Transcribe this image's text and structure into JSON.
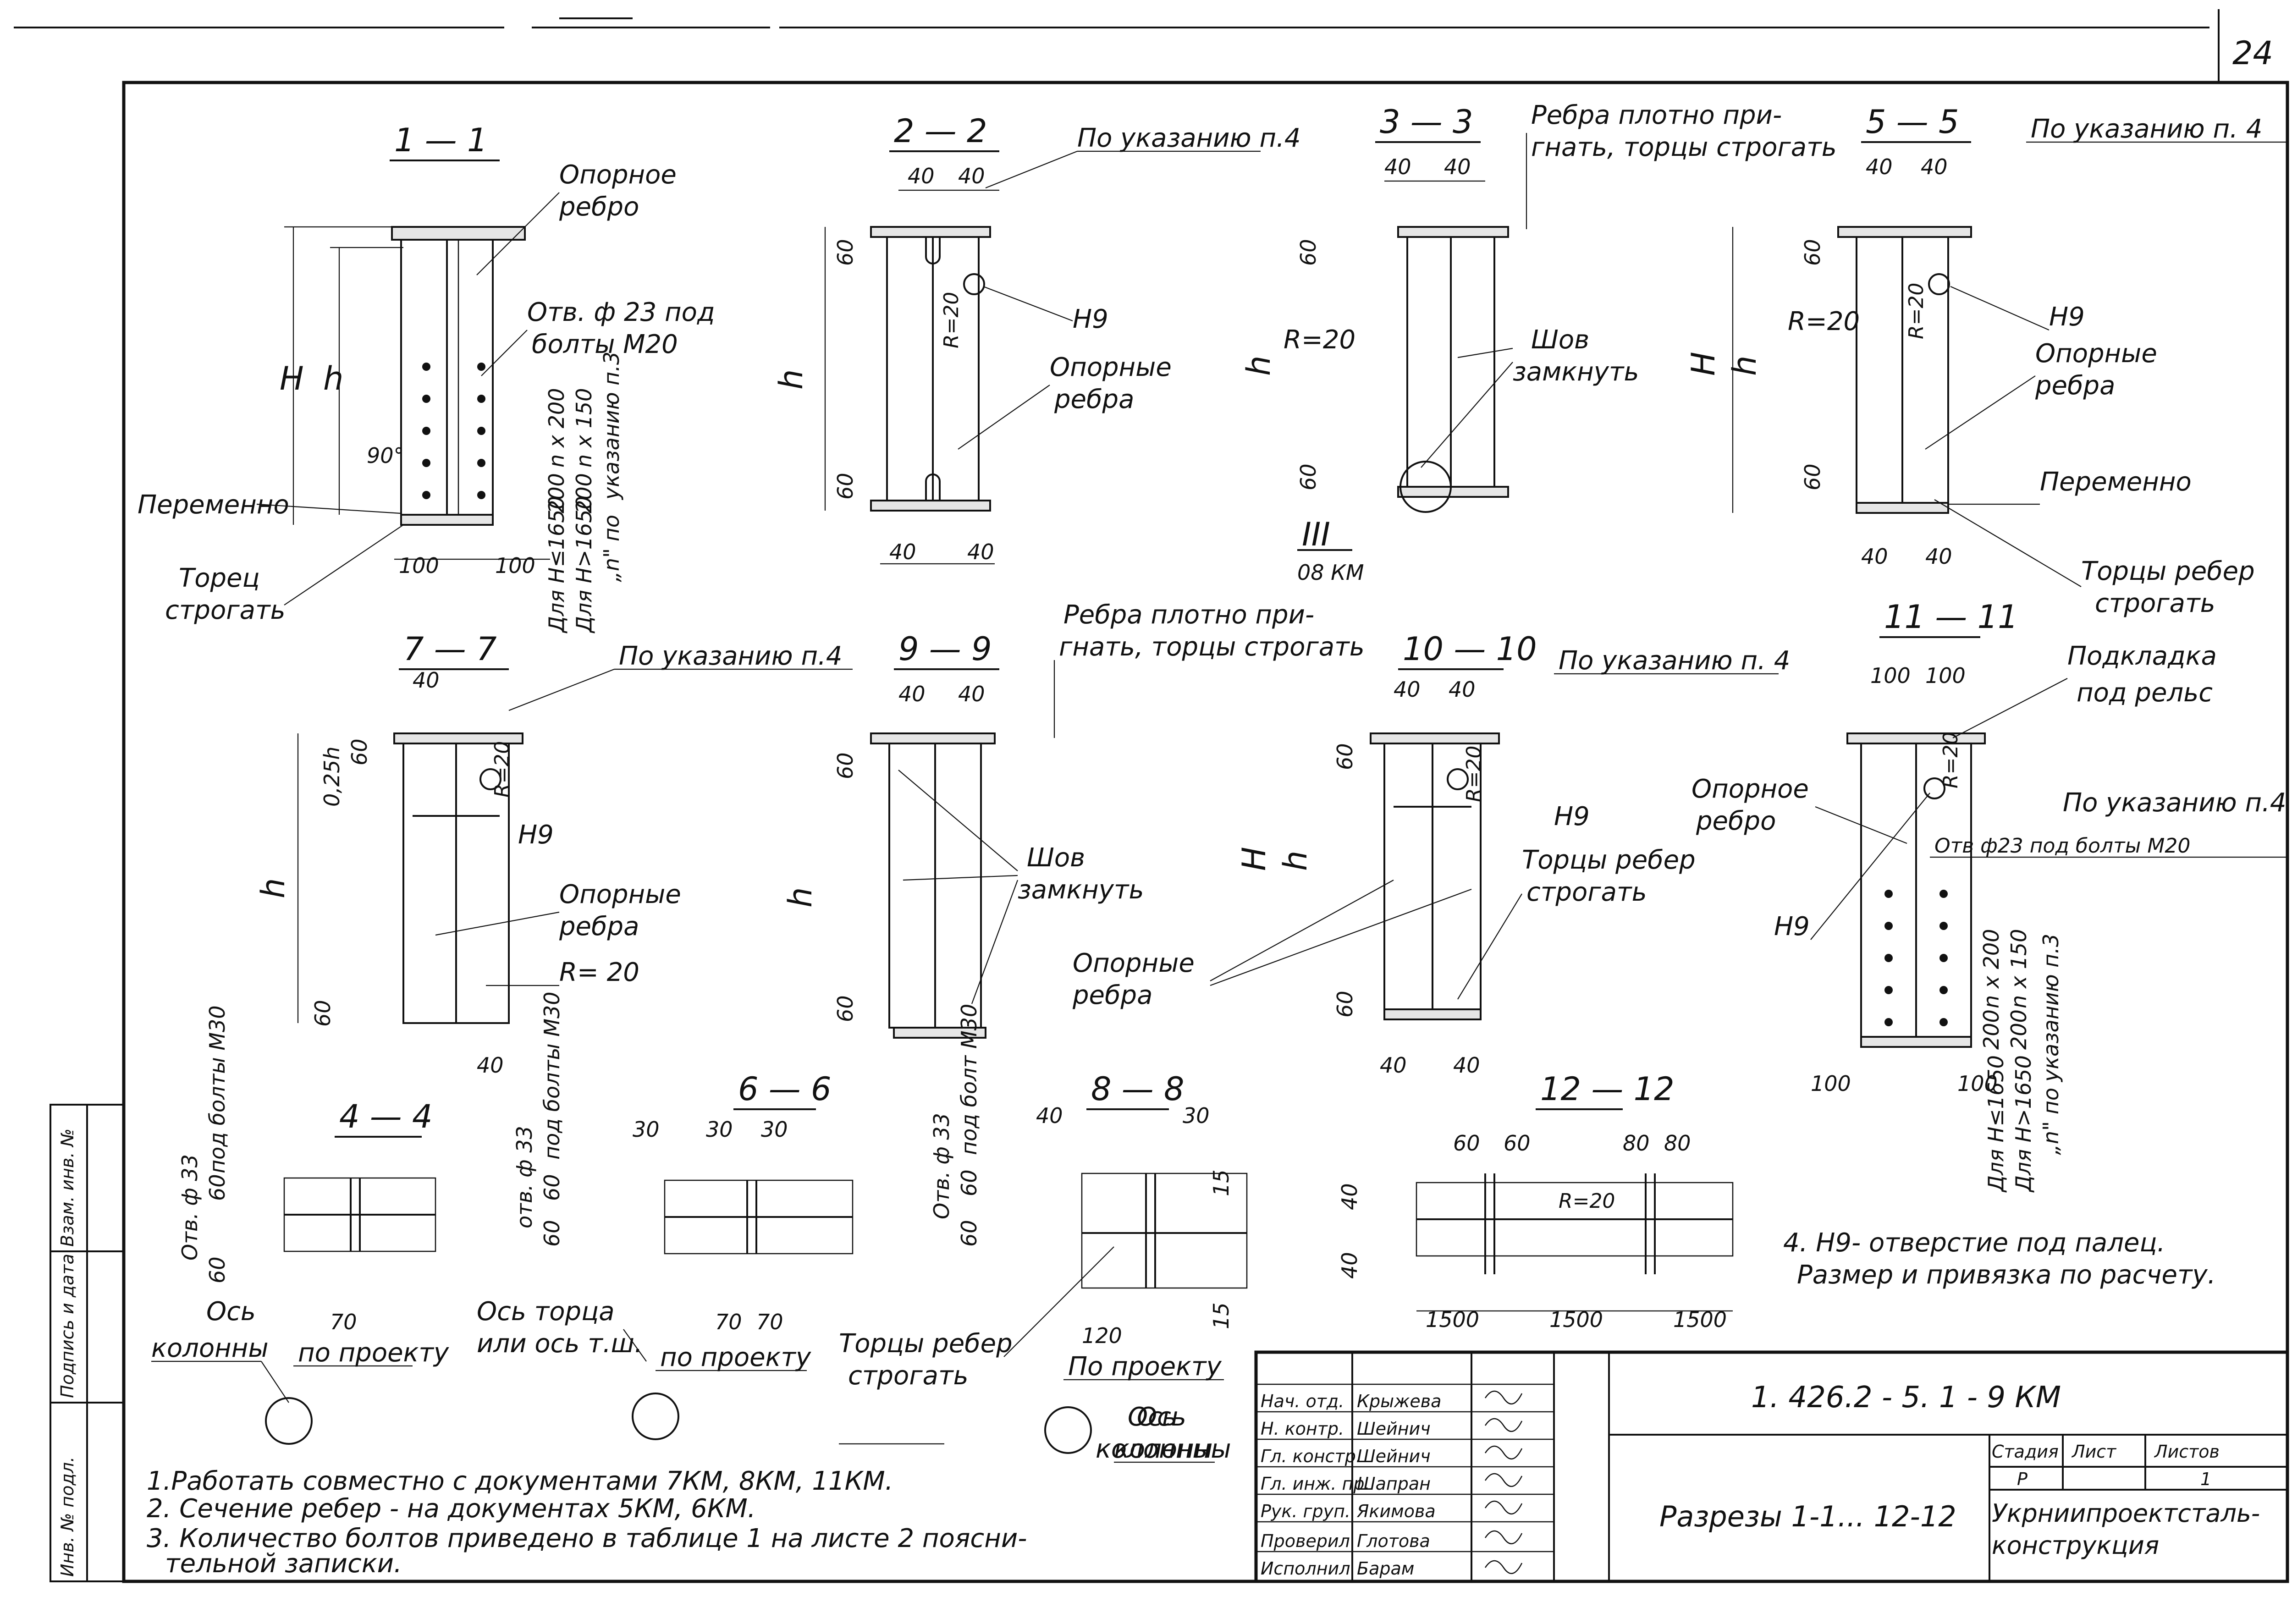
{
  "sheet_number": "24",
  "sections": {
    "s1": {
      "title": "1 — 1",
      "labels": [
        "Опорное",
        "ребро",
        "Отв. ф 23 под",
        "болты М20",
        "Переменно",
        "Торец",
        "строгать",
        "90°",
        "100",
        "100",
        "Н",
        "h",
        "n x 200",
        "n x 150",
        "200",
        "200",
        "Для Н≤1650",
        "Для Н>1650",
        "„n\" по",
        "указанию п.3"
      ]
    },
    "s2": {
      "title": "2 — 2",
      "labels": [
        "По указанию п.4",
        "40",
        "40",
        "60",
        "60",
        "h",
        "Н9",
        "R=20",
        "Опорные",
        "ребра",
        "40",
        "40"
      ]
    },
    "s3": {
      "title": "3 — 3",
      "labels": [
        "Ребра плотно при-",
        "гнать, торцы строгать",
        "40",
        "40",
        "R=20",
        "60",
        "60",
        "h",
        "Шов",
        "замкнуть",
        "III",
        "08 КМ"
      ]
    },
    "s5": {
      "title": "5 — 5",
      "labels": [
        "По указанию п. 4",
        "40",
        "40",
        "R=20",
        "R=20",
        "Н9",
        "Н",
        "h",
        "60",
        "60",
        "Опорные",
        "ребра",
        "Переменно",
        "40",
        "40",
        "Торцы ребер",
        "строгать"
      ]
    },
    "s7": {
      "title": "7 — 7",
      "labels": [
        "По указанию п.4",
        "40",
        "0,25h",
        "60",
        "R=20",
        "Н9",
        "h",
        "Опорные",
        "ребра",
        "R= 20",
        "60",
        "40"
      ]
    },
    "s9": {
      "title": "9 — 9",
      "labels": [
        "Ребра плотно при-",
        "гнать, торцы строгать",
        "40",
        "40",
        "60",
        "60",
        "h",
        "Шов",
        "замкнуть"
      ]
    },
    "s10": {
      "title": "10 — 10",
      "labels": [
        "По указанию п. 4",
        "40",
        "40",
        "60",
        "60",
        "R=20",
        "Н9",
        "Н",
        "h",
        "Торцы ребер",
        "строгать",
        "Опорные",
        "ребра",
        "40",
        "40"
      ]
    },
    "s11": {
      "title": "11 — 11",
      "labels": [
        "100",
        "100",
        "Подкладка",
        "под рельс",
        "Опорное",
        "ребро",
        "По указанию п.4",
        "Отв ф23 под болты М20",
        "Н9",
        "R=20",
        "n x 200",
        "n x 150",
        "200",
        "200",
        "100",
        "100",
        "Для Н≤1650",
        "Для Н>1650",
        "„n\" по",
        "указанию п.3"
      ]
    },
    "s4": {
      "title": "4 — 4",
      "labels": [
        "Отв. ф 33",
        "60",
        "под болты М30",
        "60",
        "Ось",
        "колонны",
        "70",
        "по проекту"
      ]
    },
    "s6": {
      "title": "6 — 6",
      "labels": [
        "30",
        "30",
        "30",
        "отв. ф 33",
        "под болты М30",
        "60",
        "60",
        "Ось торца",
        "или ось т.ш.",
        "70",
        "70",
        "по проекту"
      ]
    },
    "s8": {
      "title": "8 — 8",
      "labels": [
        "40",
        "30",
        "15",
        "15",
        "Отв. ф 33",
        "под болт М30",
        "60",
        "60",
        "Торцы ребер",
        "строгать",
        "120",
        "По проекту",
        "Ось",
        "колонны",
        "Ось",
        "колонны"
      ]
    },
    "s12": {
      "title": "12 — 12",
      "labels": [
        "60",
        "60",
        "80",
        "80",
        "40",
        "40",
        "R=20",
        "1500",
        "1500",
        "1500"
      ]
    }
  },
  "note4": [
    "4. Н9- отверстие под палец.",
    "Размер и привязка по расчету."
  ],
  "notes": [
    "1.Работать совместно с документами 7КМ, 8КМ, 11КМ.",
    "2. Сечение ребер - на документах 5КМ, 6КМ.",
    "3. Количество болтов приведено в таблице 1 на листе 2 поясни-",
    "тельной записки."
  ],
  "side_stamp": [
    "Инв. № подл.",
    "Подпись и дата",
    "Взам. инв. №"
  ],
  "title_block": {
    "doc_code": "1. 426.2 - 5. 1 - 9 КМ",
    "title": "Разрезы 1-1... 12-12",
    "stage_label": "Стадия",
    "sheet_label": "Лист",
    "sheets_label": "Листов",
    "stage": "Р",
    "sheet": "",
    "sheets": "1",
    "org": [
      "Укрниипроектсталь-",
      "конструкция"
    ],
    "people": [
      {
        "role": "Нач. отд.",
        "name": "Крыжева"
      },
      {
        "role": "Н. контр.",
        "name": "Шейнич"
      },
      {
        "role": "Гл. констр.",
        "name": "Шейнич"
      },
      {
        "role": "Гл. инж. пр.",
        "name": "Шапран"
      },
      {
        "role": "Рук. груп.",
        "name": "Якимова"
      },
      {
        "role": "Проверил",
        "name": "Глотова"
      },
      {
        "role": "Исполнил",
        "name": "Барам"
      }
    ]
  }
}
